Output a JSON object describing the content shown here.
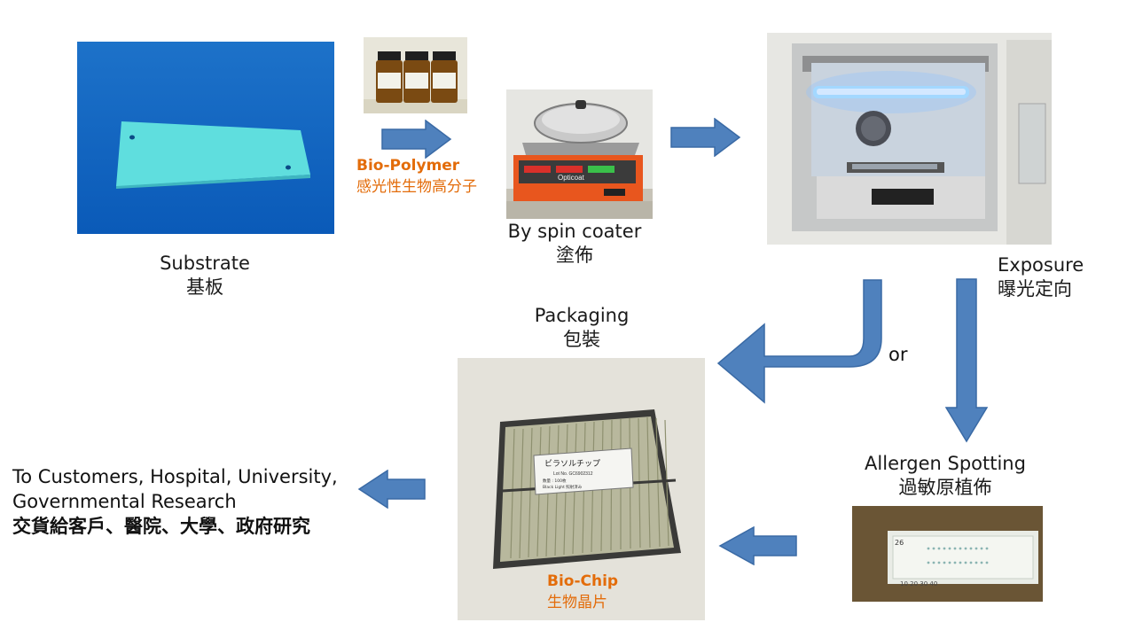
{
  "steps": {
    "substrate": {
      "en": "Substrate",
      "zh": "基板"
    },
    "biopolymer": {
      "en": "Bio-Polymer",
      "zh": "感光性生物高分子"
    },
    "spin": {
      "en": "By spin coater",
      "zh": "塗佈"
    },
    "exposure": {
      "en": "Exposure",
      "zh": "曝光定向"
    },
    "or": "or",
    "packaging": {
      "en": "Packaging",
      "zh": "包裝"
    },
    "spotting": {
      "en": "Allergen Spotting",
      "zh": "過敏原植佈"
    },
    "biochip": {
      "en": "Bio-Chip",
      "zh": "生物晶片"
    },
    "customers": {
      "line1": "To Customers, Hospital, University,",
      "line2": "Governmental Research",
      "zh": "交貨給客戶、醫院、大學、政府研究"
    }
  },
  "photo_text": {
    "spin_brand": "Opticoat",
    "chip_box_title": "ビラソルチップ",
    "chip_box_lot": "Lot No. GC6902312",
    "chip_box_line1": "数量 : 100枚",
    "chip_box_line2": "Black Light 照射済み",
    "slide_num_top": "26",
    "slide_num_bottom": "10   20   30   40"
  },
  "colors": {
    "arrow": "#4f81bd",
    "arrow_stroke": "#3a6aa5",
    "accent": "#e36c0a"
  }
}
